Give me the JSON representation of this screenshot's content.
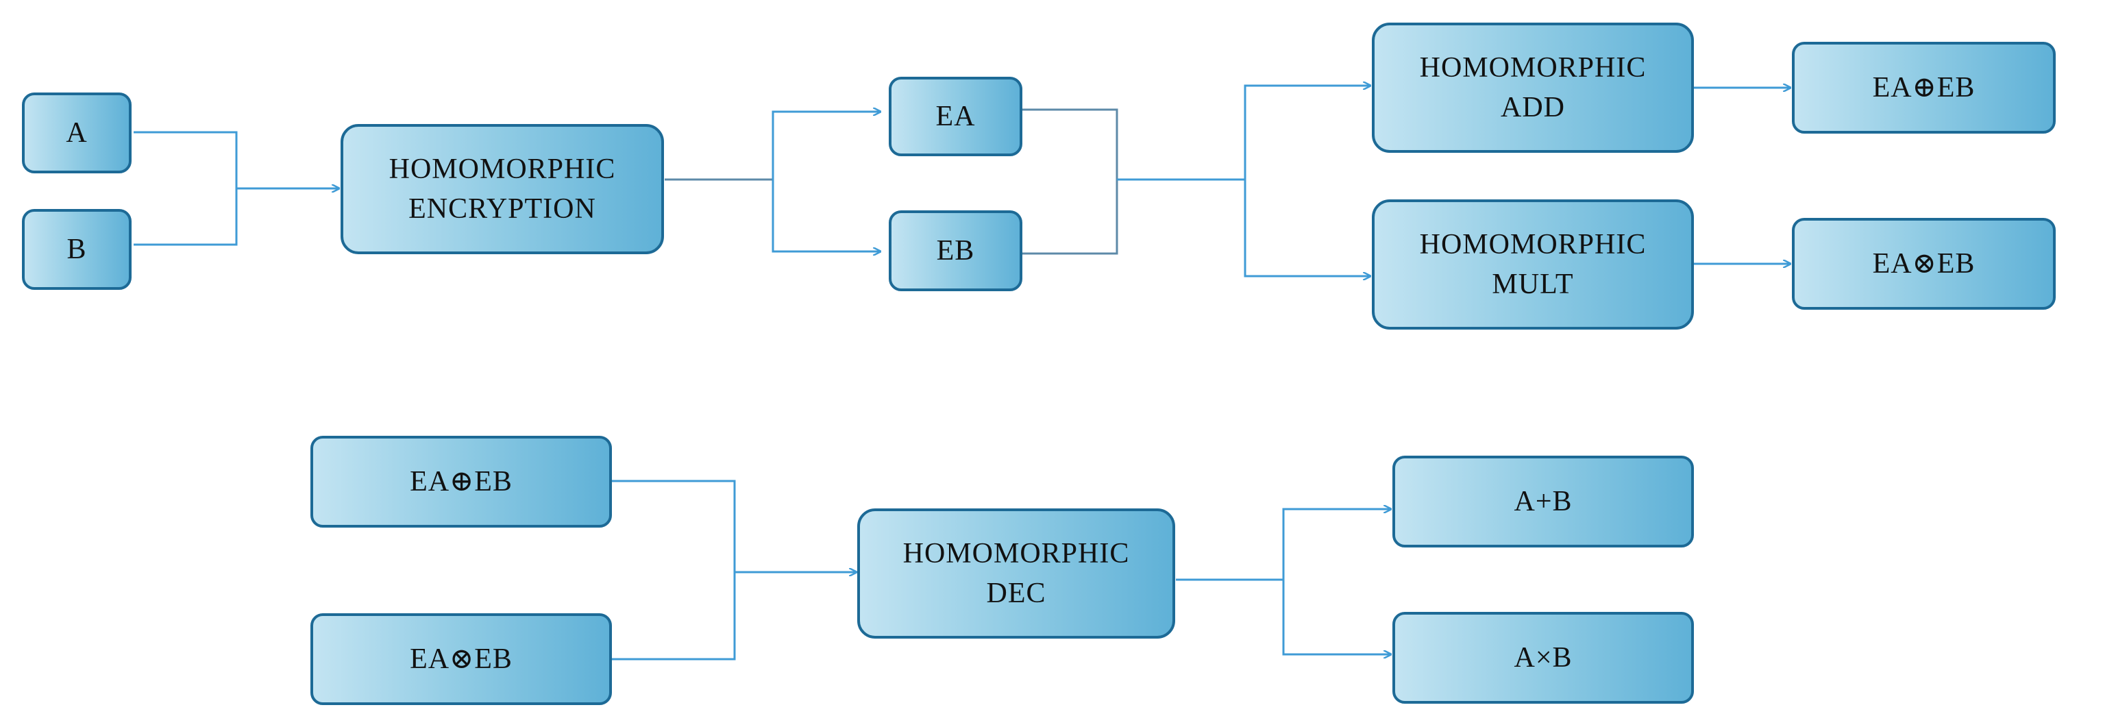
{
  "nodes": {
    "a": "A",
    "b": "B",
    "enc": "HOMOMORPHIC\nENCRYPTION",
    "ea": "EA",
    "eb": "EB",
    "add": "HOMOMORPHIC\nADD",
    "mult": "HOMOMORPHIC\nMULT",
    "ea_add_eb_top": "EA⊕EB",
    "ea_mult_eb_top": "EA⊗EB",
    "ea_add_eb_bottom": "EA⊕EB",
    "ea_mult_eb_bottom": "EA⊗EB",
    "dec": "HOMOMORPHIC\nDEC",
    "sum": "A+B",
    "product": "A×B"
  },
  "colors": {
    "node_border": "#1d6a96",
    "node_fill_light": "#c3e4f2",
    "node_fill_dark": "#5fb1d7",
    "edge": "#3f9bd6"
  }
}
